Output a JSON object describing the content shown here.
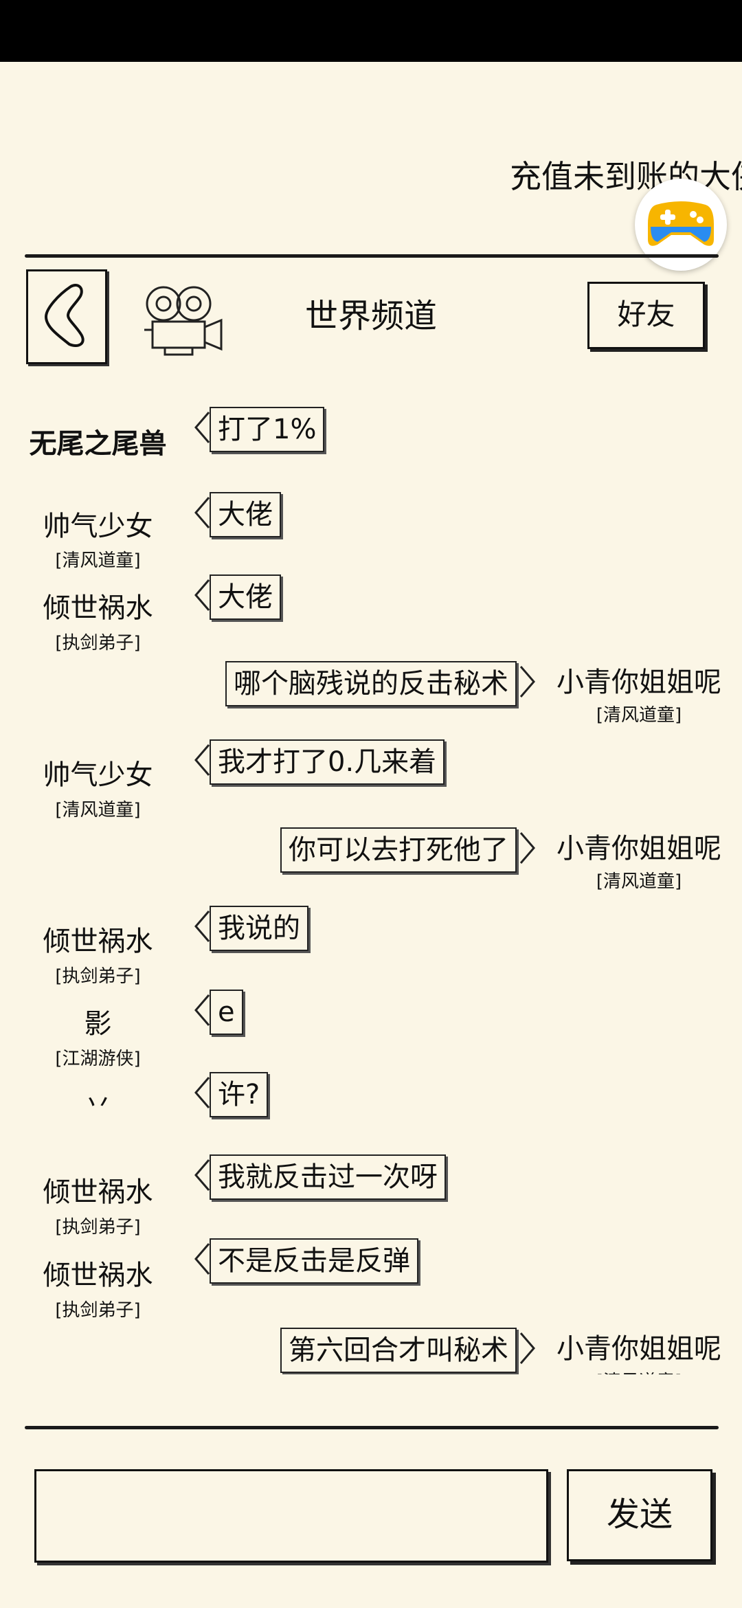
{
  "ticker": {
    "text": "充值未到账的大侠"
  },
  "header": {
    "title": "世界频道",
    "friends_label": "好友"
  },
  "messages": [
    {
      "name": "无尾之尾兽",
      "rank": "",
      "text": "打了1%",
      "side": "left"
    },
    {
      "name": "帅气少女",
      "rank": "[清风道童]",
      "text": "大佬",
      "side": "left"
    },
    {
      "name": "倾世祸水",
      "rank": "[执剑弟子]",
      "text": "大佬",
      "side": "left"
    },
    {
      "name": "小青你姐姐呢",
      "rank": "[清风道童]",
      "text": "哪个脑残说的反击秘术",
      "side": "right"
    },
    {
      "name": "帅气少女",
      "rank": "[清风道童]",
      "text": "我才打了0.几来着",
      "side": "left"
    },
    {
      "name": "小青你姐姐呢",
      "rank": "[清风道童]",
      "text": "你可以去打死他了",
      "side": "right"
    },
    {
      "name": "倾世祸水",
      "rank": "[执剑弟子]",
      "text": "我说的",
      "side": "left"
    },
    {
      "name": "影",
      "rank": "[江湖游侠]",
      "text": "e",
      "side": "left"
    },
    {
      "name": "丷",
      "rank": "",
      "text": "许?",
      "side": "left"
    },
    {
      "name": "倾世祸水",
      "rank": "[执剑弟子]",
      "text": "我就反击过一次呀",
      "side": "left"
    },
    {
      "name": "倾世祸水",
      "rank": "[执剑弟子]",
      "text": "不是反击是反弹",
      "side": "left"
    },
    {
      "name": "小青你姐姐呢",
      "rank": "[清风道童]",
      "text": "第六回合才叫秘术",
      "side": "right"
    }
  ],
  "footer": {
    "input_value": "",
    "send_label": "发送"
  }
}
